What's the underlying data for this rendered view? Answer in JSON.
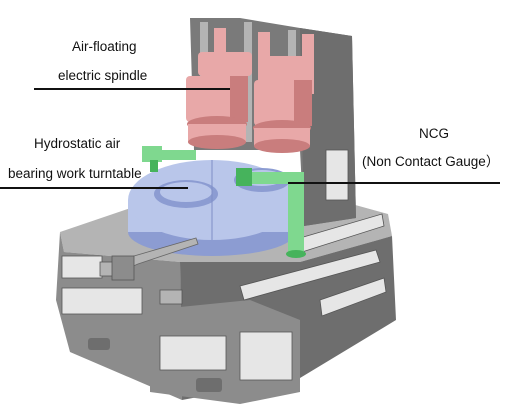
{
  "labels": {
    "spindle_line1": "Air-floating",
    "spindle_line2": "electric spindle",
    "turntable_line1": "Hydrostatic air",
    "turntable_line2": "bearing work turntable",
    "ncg_line1": "NCG",
    "ncg_line2": "(Non Contact Gauge）"
  },
  "colors": {
    "base": "#8c8c8c",
    "base_dark": "#6e6e6e",
    "base_light": "#b4b4b4",
    "column": "#7a7a7a",
    "spindle": "#e8a8a8",
    "spindle_dark": "#c97d7d",
    "turntable": "#b9c6ea",
    "turntable_dark": "#8c9cd2",
    "gauge": "#7fd88f",
    "gauge_dark": "#46b35c",
    "plate": "#e6e6e6",
    "text": "#111111"
  }
}
